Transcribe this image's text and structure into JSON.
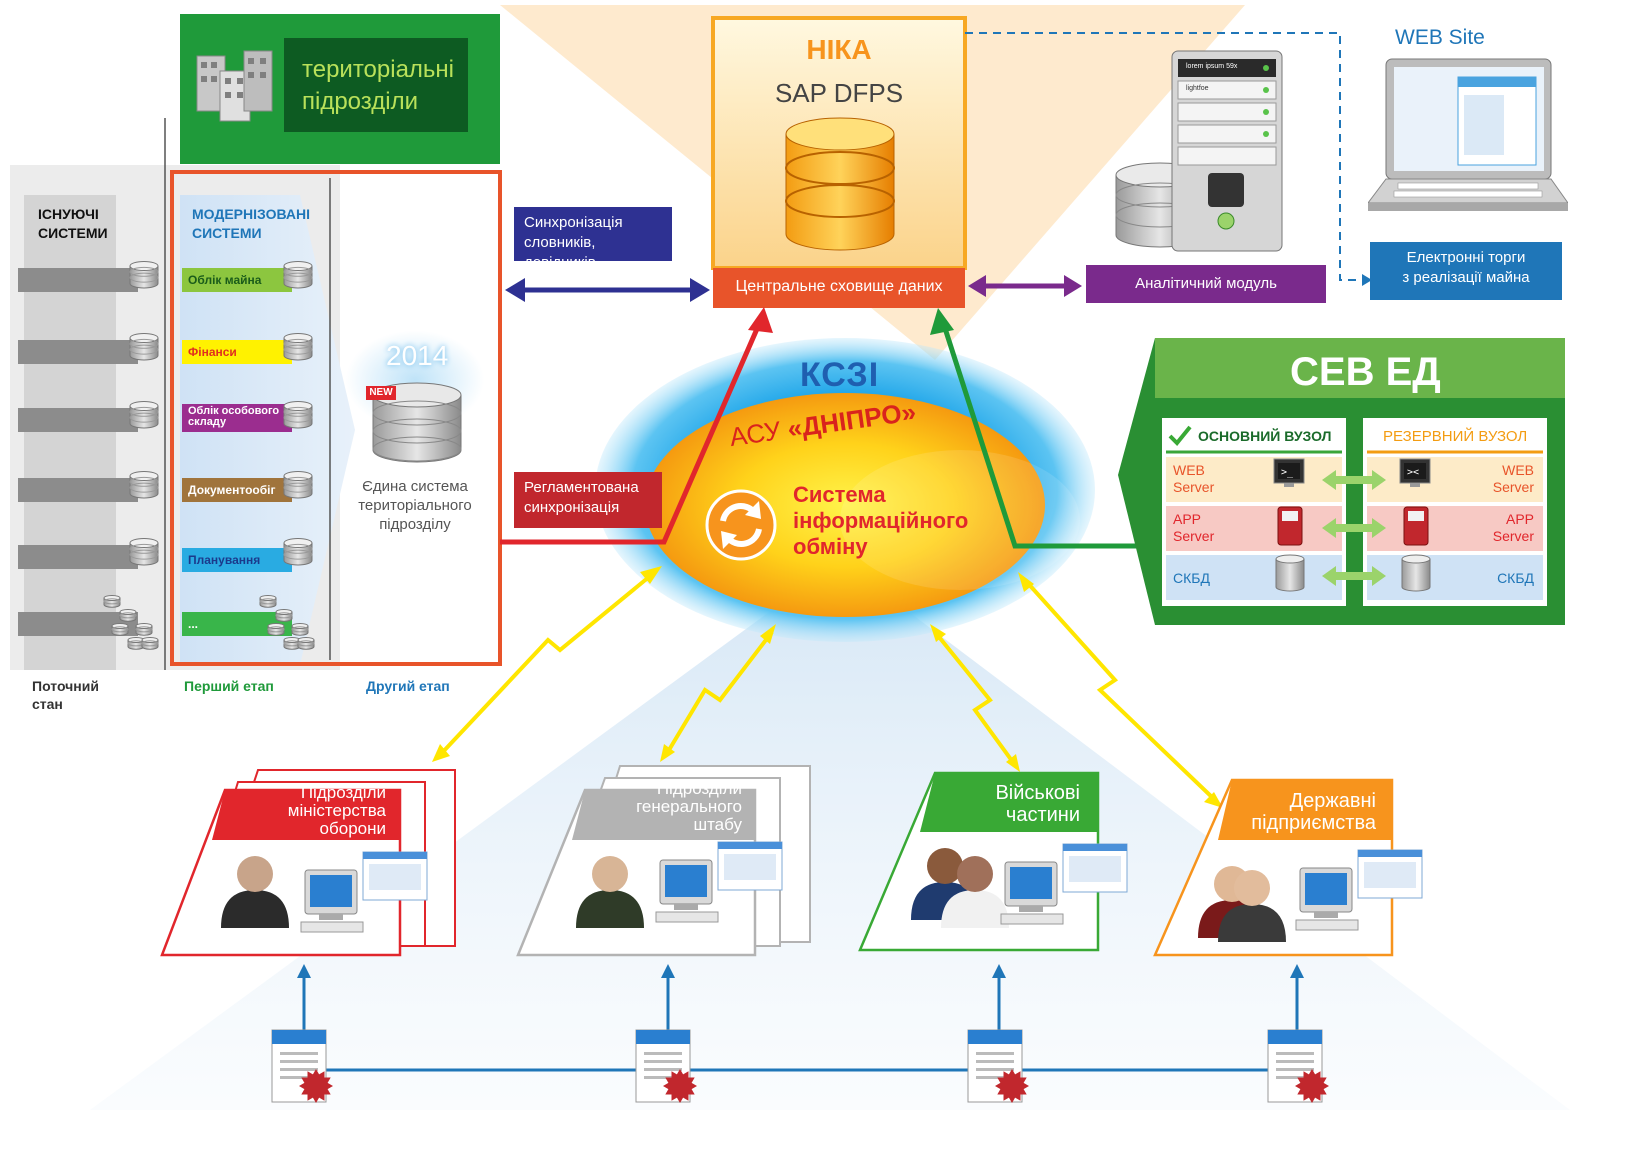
{
  "territorial": {
    "title_line1": "територіальні",
    "title_line2": "підрозділи"
  },
  "columns": {
    "existing_line1": "ІСНУЮЧІ",
    "existing_line2": "СИСТЕМИ",
    "modernized_line1": "МОДЕРНІЗОВАНІ",
    "modernized_line2": "СИСТЕМИ"
  },
  "modernized_items": [
    {
      "label": "Облік майна",
      "color": "#8cc63f",
      "text_color": "#1a5c1a"
    },
    {
      "label": "Фінанси",
      "color": "#fff200",
      "text_color": "#e0301e"
    },
    {
      "label": "Облік особового складу",
      "color": "#9b2d8f",
      "text_color": "#ffffff"
    },
    {
      "label": "Документообіг",
      "color": "#a0743c",
      "text_color": "#ffffff"
    },
    {
      "label": "Планування",
      "color": "#29abe2",
      "text_color": "#1b3a8c"
    },
    {
      "label": "...",
      "color": "#39b54a",
      "text_color": "#ffffff"
    }
  ],
  "unified": {
    "year": "2014",
    "new_badge": "NEW",
    "line1": "Єдина система",
    "line2": "територіального",
    "line3": "підрозділу"
  },
  "stages": {
    "current_line1": "Поточний",
    "current_line2": "стан",
    "first": "Перший етап",
    "second": "Другий етап"
  },
  "sync_dictionaries": {
    "line1": "Синхронізація",
    "line2": "словників, довідників"
  },
  "regulated_sync": {
    "line1": "Регламентована",
    "line2": "синхронізація"
  },
  "nika": {
    "title": "НІКА",
    "subtitle": "SAP DFPS",
    "storage": "Центральне сховище даних"
  },
  "analytics": {
    "label": "Аналітичний модуль",
    "server_label1": "lorem ipsum 59x",
    "server_label2": "lightfoe"
  },
  "web_site": {
    "label": "WEB Site",
    "trade_line1": "Електронні торги",
    "trade_line2": "з реалізації майна"
  },
  "kszi": {
    "label": "КСЗІ",
    "asu_prefix": "АСУ",
    "asu_name": "«ДНІПРО»",
    "sys_line1": "Система",
    "sys_line2": "інформаційного",
    "sys_line3": "обміну"
  },
  "sev": {
    "title": "СЕВ ЕД",
    "main_node": "ОСНОВНИЙ ВУЗОЛ",
    "backup_node": "РЕЗЕРВНИЙ ВУЗОЛ",
    "rows": [
      {
        "line1": "WEB",
        "line2": "Server"
      },
      {
        "line1": "APP",
        "line2": "Server"
      },
      {
        "line1": "СКБД",
        "line2": ""
      }
    ]
  },
  "units": [
    {
      "line1": "Підрозділи",
      "line2": "міністерства",
      "line3": "оборони",
      "extra": "...",
      "color": "#e1262c"
    },
    {
      "line1": "Підрозділи",
      "line2": "генерального",
      "line3": "штабу",
      "extra": "",
      "color": "#b3b3b3"
    },
    {
      "line1": "Військові",
      "line2": "частини",
      "line3": "",
      "extra": "",
      "color": "#39a935"
    },
    {
      "line1": "Державні",
      "line2": "підприємства",
      "line3": "",
      "extra": "",
      "color": "#f7941d"
    }
  ],
  "icons": [
    "server-icon",
    "database-icon",
    "laptop-icon",
    "sync-icon",
    "checkmark-icon",
    "monitor-icon",
    "document-seal-icon",
    "person-icon",
    "computer-icon"
  ]
}
